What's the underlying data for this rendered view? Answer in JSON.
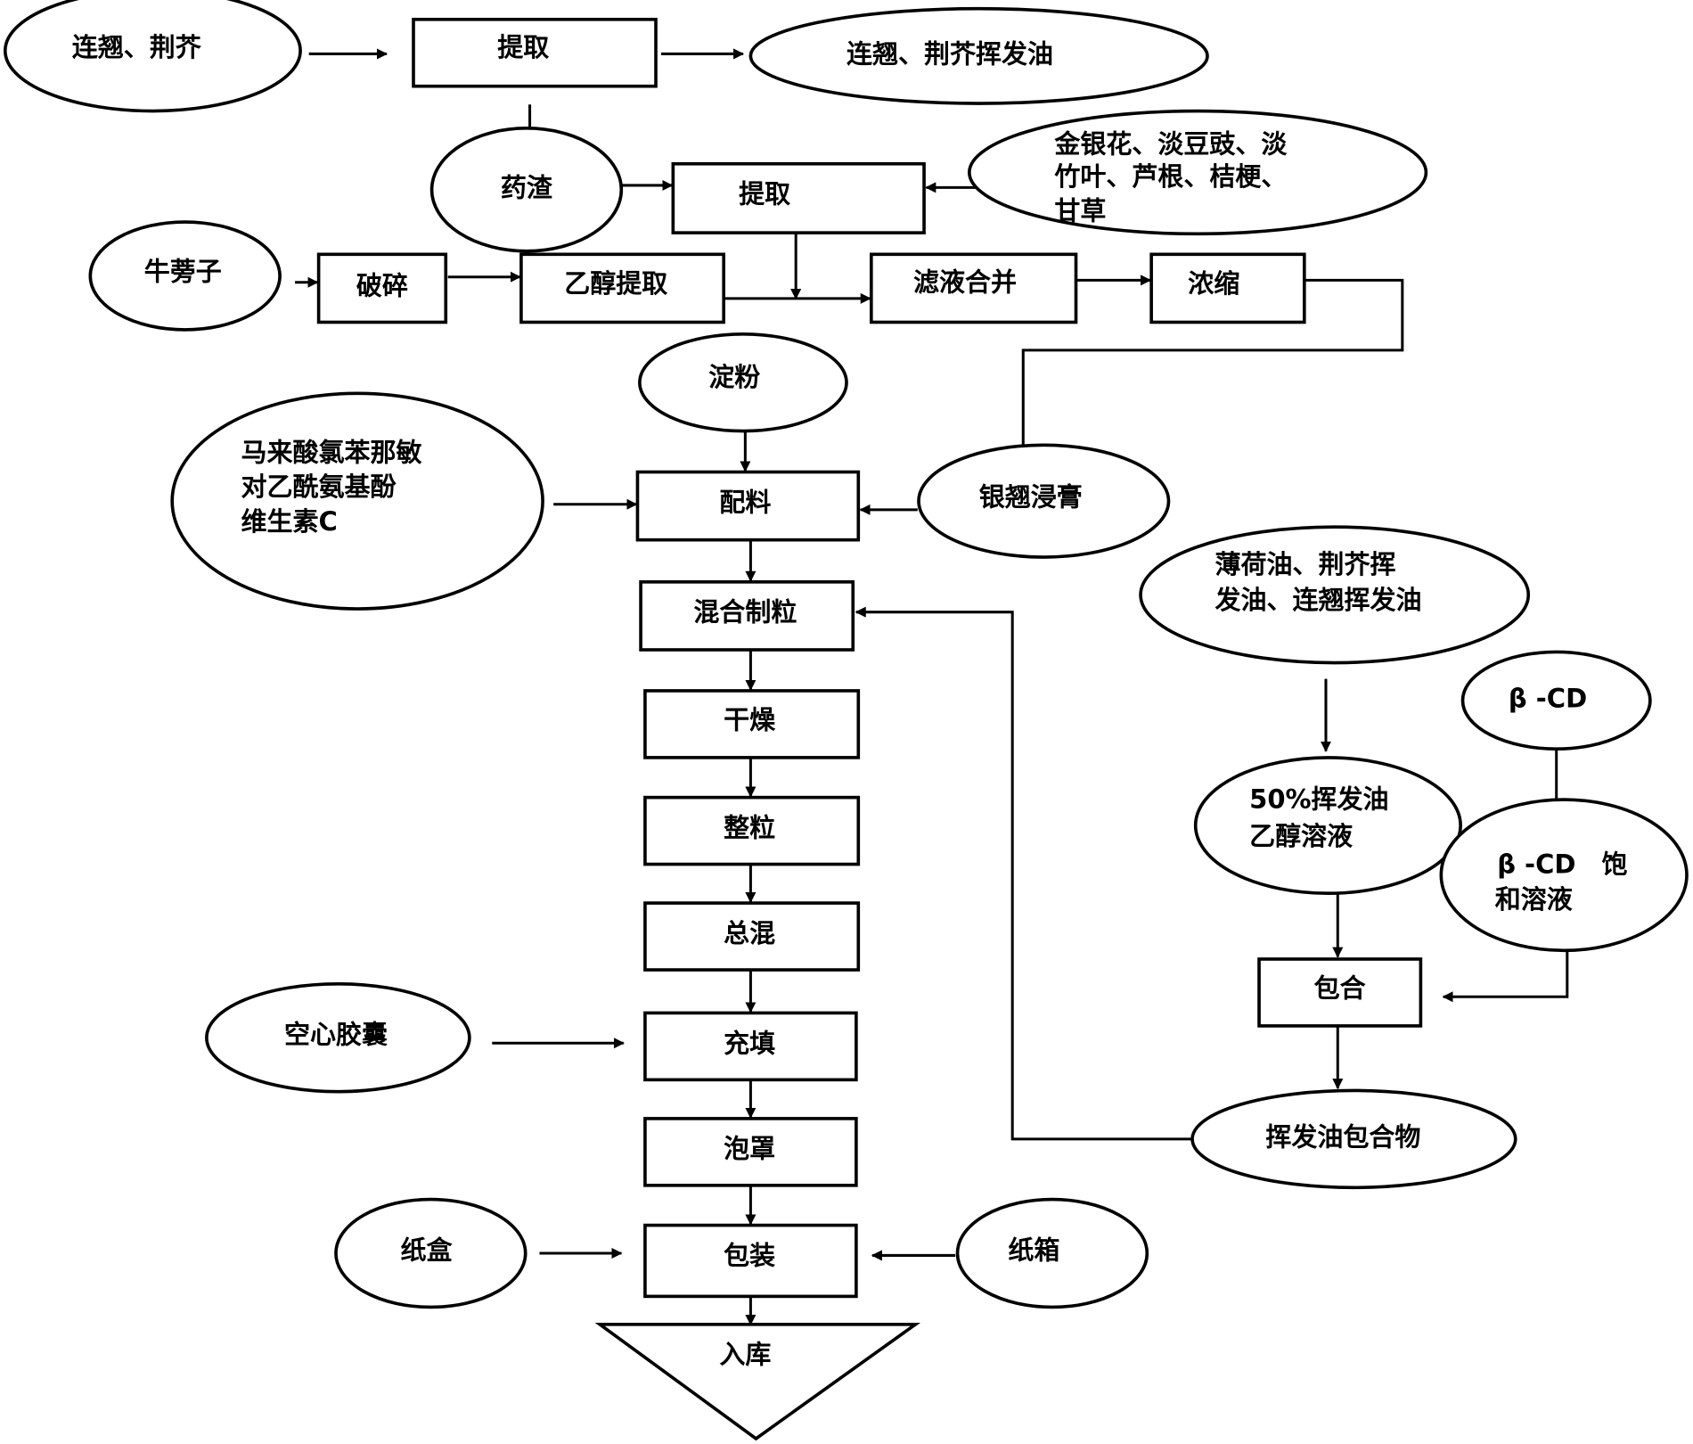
{
  "nodes": {
    "lianqiao_jingjie": "连翘、荆芥",
    "extract1": "提取",
    "volatile_oil": "连翘、荆芥挥发油",
    "residue": "药渣",
    "extract2": "提取",
    "herbs": [
      "金银花、淡豆豉、淡",
      "竹叶、芦根、桔梗、",
      "甘草"
    ],
    "niubangzi": "牛蒡子",
    "crush": "破碎",
    "ethanol_extract": "乙醇提取",
    "combine_filtrate": "滤液合并",
    "concentrate": "浓缩",
    "starch": "淀粉",
    "actives": [
      "马来酸氯苯那敏",
      "对乙酰氨基酚",
      "维生素C"
    ],
    "mixing": "配料",
    "extract_paste": "银翘浸膏",
    "granulate": "混合制粒",
    "oils": [
      "薄荷油、荆芥挥",
      "发油、连翘挥发油"
    ],
    "beta_cd": "β -CD",
    "oil_solution": [
      "50%挥发油",
      "乙醇溶液"
    ],
    "beta_cd_solution": [
      "β -CD　饱",
      "和溶液"
    ],
    "inclusion": "包合",
    "inclusion_compound": "挥发油包合物",
    "dry": "干燥",
    "size_grading": "整粒",
    "final_mix": "总混",
    "empty_capsule": "空心胶囊",
    "fill": "充填",
    "blister": "泡罩",
    "paper_box": "纸盒",
    "package": "包装",
    "carton": "纸箱",
    "storage": "入库"
  }
}
